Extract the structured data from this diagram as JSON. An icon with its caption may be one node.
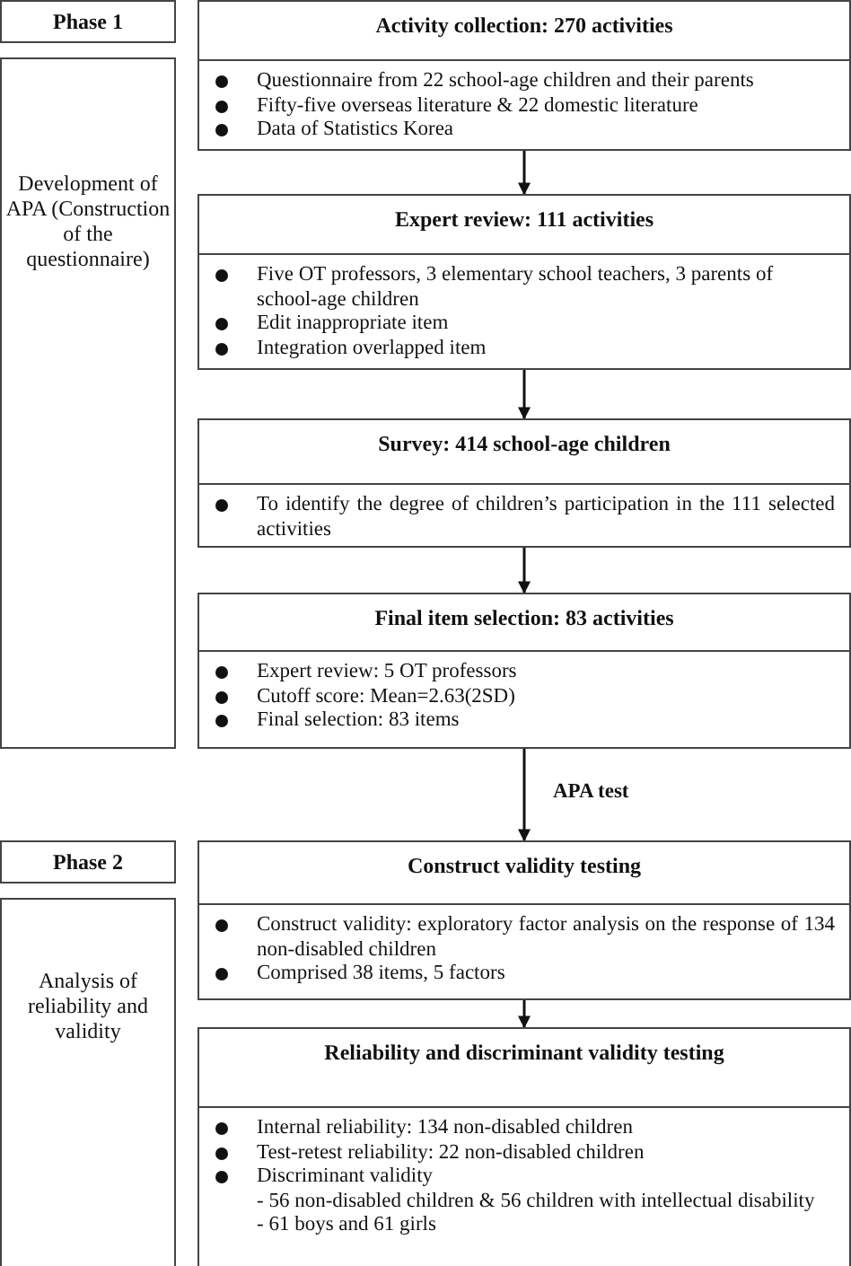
{
  "diagram": {
    "nodes": [
      {
        "text": [
          "Phase 1"
        ]
      },
      {
        "text": [
          "Development of APA (Construction of the questionnaire)"
        ]
      },
      {
        "text": [
          "Activity collection: 270 activities",
          "Questionnaire from 22 school-age children and their parents",
          "Fifty-five overseas literature & 22 domestic literature",
          "Data of Statistics Korea"
        ]
      },
      {
        "text": [
          "Expert review: 111 activities",
          "Five OT professors, 3 elementary school teachers, 3 parents of school-age children",
          "Edit inappropriate item",
          "Integration overlapped item"
        ]
      },
      {
        "text": [
          "Survey: 414 school-age children",
          "To identify the degree of children’s participation in the 111 selected activities"
        ]
      },
      {
        "text": [
          "Final item selection: 83 activities",
          "Expert review: 5 OT professors",
          "Cutoff score: Mean=2.63(2SD)",
          "Final selection: 83 items"
        ]
      },
      {
        "text": [
          "Phase 2"
        ]
      },
      {
        "text": [
          "Analysis of reliability and validity"
        ]
      },
      {
        "text": [
          "Construct validity testing",
          "Construct validity: exploratory factor analysis on the response of 134 non-disabled children",
          "Comprised 38 items, 5 factors"
        ]
      },
      {
        "text": [
          "Reliability and discriminant validity testing",
          "Internal reliability: 134 non-disabled children",
          "Test-retest reliability: 22 non-disabled children",
          "Discriminant validity",
          "- 56 non-disabled children & 56 children with intellectual disability",
          "- 61 boys and 61 girls"
        ]
      }
    ],
    "edges": [
      {
        "from": 2,
        "to": 3,
        "arrow": "to"
      },
      {
        "from": 3,
        "to": 4,
        "arrow": "to"
      },
      {
        "from": 4,
        "to": 5,
        "arrow": "to"
      },
      {
        "from": 5,
        "to": 8,
        "arrow": "to",
        "label": "APA test"
      },
      {
        "from": 8,
        "to": 9,
        "arrow": "to"
      }
    ]
  }
}
